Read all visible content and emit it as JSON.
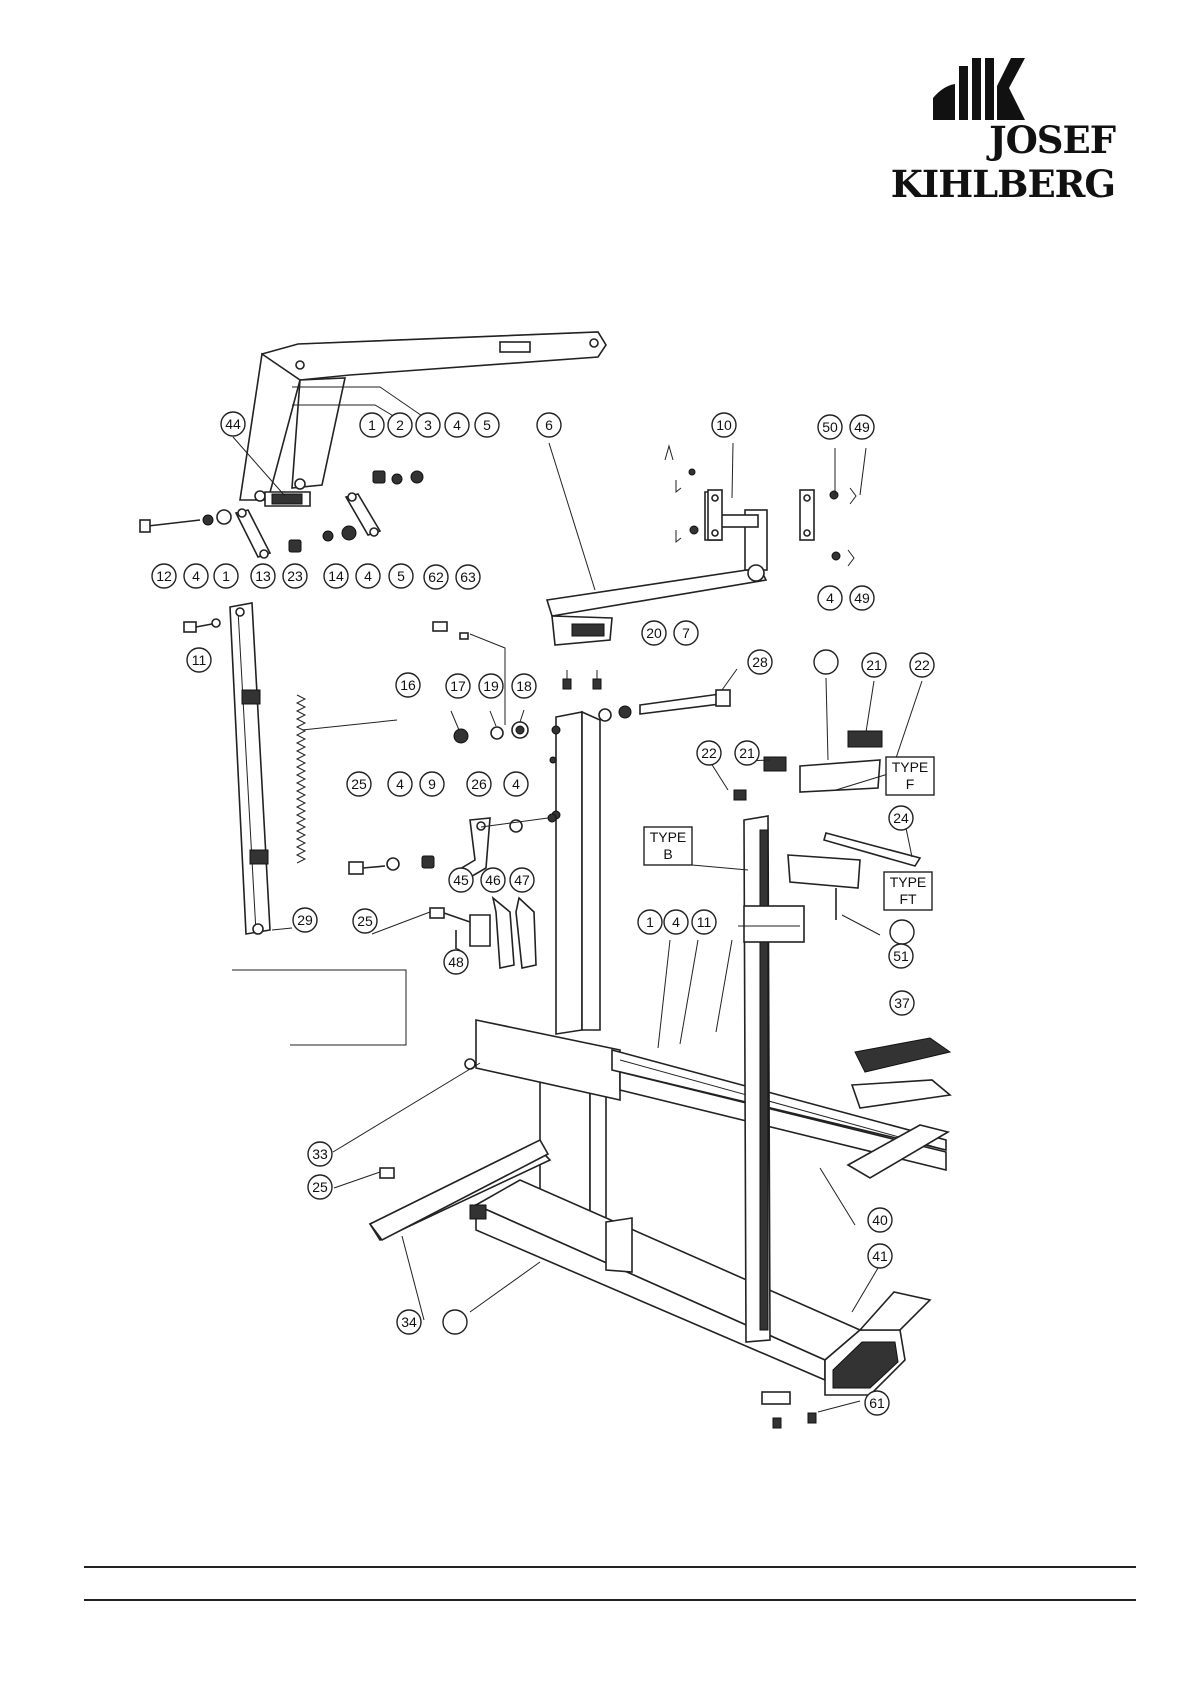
{
  "brand": {
    "name": "JOSEF KIHLBERG",
    "logo_icon": "kihlberg-logo-mark"
  },
  "callouts": [
    {
      "label": "1"
    },
    {
      "label": "2"
    },
    {
      "label": "3"
    },
    {
      "label": "4"
    },
    {
      "label": "5"
    },
    {
      "label": "6"
    },
    {
      "label": "10"
    },
    {
      "label": "50"
    },
    {
      "label": "49"
    },
    {
      "label": "44"
    },
    {
      "label": "12"
    },
    {
      "label": "4"
    },
    {
      "label": "1"
    },
    {
      "label": "13"
    },
    {
      "label": "23"
    },
    {
      "label": "14"
    },
    {
      "label": "4"
    },
    {
      "label": "5"
    },
    {
      "label": "4"
    },
    {
      "label": "49"
    },
    {
      "label": "11"
    },
    {
      "label": "62"
    },
    {
      "label": "63"
    },
    {
      "label": "20"
    },
    {
      "label": "7"
    },
    {
      "label": "28"
    },
    {
      "label": ""
    },
    {
      "label": "21"
    },
    {
      "label": "22"
    },
    {
      "label": "16"
    },
    {
      "label": "17"
    },
    {
      "label": "19"
    },
    {
      "label": "18"
    },
    {
      "label": "22"
    },
    {
      "label": "21"
    },
    {
      "label": "25"
    },
    {
      "label": "4"
    },
    {
      "label": "9"
    },
    {
      "label": "26"
    },
    {
      "label": "4"
    },
    {
      "label": "24"
    },
    {
      "label": "45"
    },
    {
      "label": "46"
    },
    {
      "label": "47"
    },
    {
      "label": "25"
    },
    {
      "label": "29"
    },
    {
      "label": "48"
    },
    {
      "label": "1"
    },
    {
      "label": "4"
    },
    {
      "label": "11"
    },
    {
      "label": ""
    },
    {
      "label": "51"
    },
    {
      "label": "37"
    },
    {
      "label": "33"
    },
    {
      "label": "25"
    },
    {
      "label": "40"
    },
    {
      "label": "41"
    },
    {
      "label": "34"
    },
    {
      "label": ""
    },
    {
      "label": "61"
    }
  ],
  "type_labels": {
    "type_f": [
      "TYPE",
      "F"
    ],
    "type_b": [
      "TYPE",
      "B"
    ],
    "type_ft": [
      "TYPE",
      "FT"
    ]
  }
}
